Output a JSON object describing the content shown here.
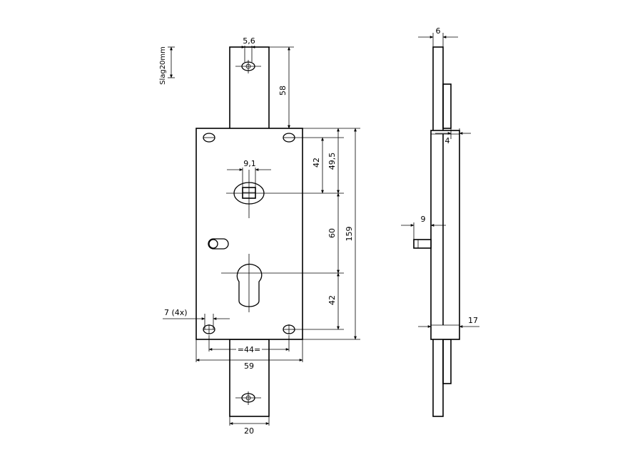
{
  "stroke_label": "Slag20mm",
  "front_view": {
    "bolt_width": "5,6",
    "bolt_height": "58",
    "follower_square": "9,1",
    "dim_42_top": "42",
    "dim_49_5": "49,5",
    "dim_60": "60",
    "dim_42_bottom": "42",
    "total_height": "159",
    "holes_label": "7 (4x)",
    "hole_spacing": "=44=",
    "case_width": "59",
    "bar_width": "20"
  },
  "side_view": {
    "plate_thickness": "6",
    "bolt_offset": "4",
    "latch_projection": "9",
    "case_depth": "17"
  }
}
